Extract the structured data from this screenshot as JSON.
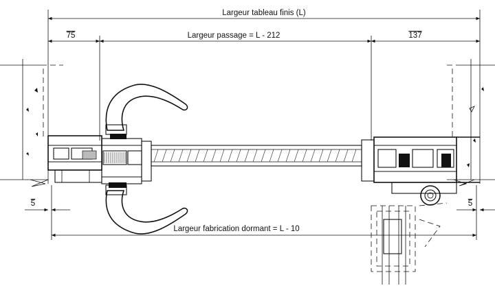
{
  "dimensions": {
    "overall": "Largeur tableau finis (L)",
    "left_offset": "75",
    "passage": "Largeur passage = L - 212",
    "right_offset": "137",
    "left_small": "5",
    "right_small": "5",
    "fabrication": "Largeur fabrication dormant = L - 10"
  },
  "icons": {
    "arrowhead": "filled-triangle",
    "lever_handle": "door-handle-icon"
  }
}
